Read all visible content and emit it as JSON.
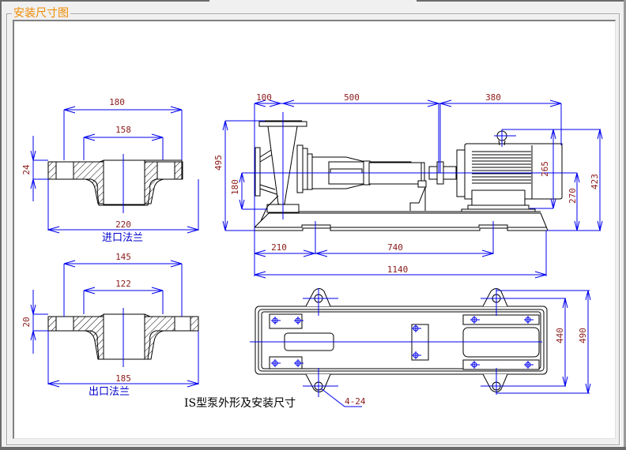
{
  "window": {
    "group_title": "安装尺寸图"
  },
  "colors": {
    "title": "#f08a00",
    "dimension_line": "#0000ee",
    "dimension_text": "#8b1a1a",
    "outline": "#000000"
  },
  "drawing": {
    "title": "IS型泵外形及安装尺寸",
    "inlet_flange": {
      "caption": "进口法兰",
      "bolt_circle": "180",
      "raised_face": "158",
      "outer_diameter": "220",
      "thickness": "24"
    },
    "outlet_flange": {
      "caption": "出口法兰",
      "bolt_circle": "145",
      "raised_face": "122",
      "outer_diameter": "185",
      "thickness": "20"
    },
    "side_view": {
      "inlet_offset": "100",
      "pump_to_coupling": "500",
      "motor_length": "380",
      "total_height": "495",
      "outlet_height": "180",
      "motor_height": "265",
      "shaft_height": "270",
      "motor_total_height": "423",
      "base_left_to_bolt": "210",
      "bolt_spacing": "740",
      "base_length": "1140"
    },
    "top_view": {
      "inner_bolt_spacing": "440",
      "outer_width": "490",
      "anchor_bolts": "4-24"
    }
  }
}
